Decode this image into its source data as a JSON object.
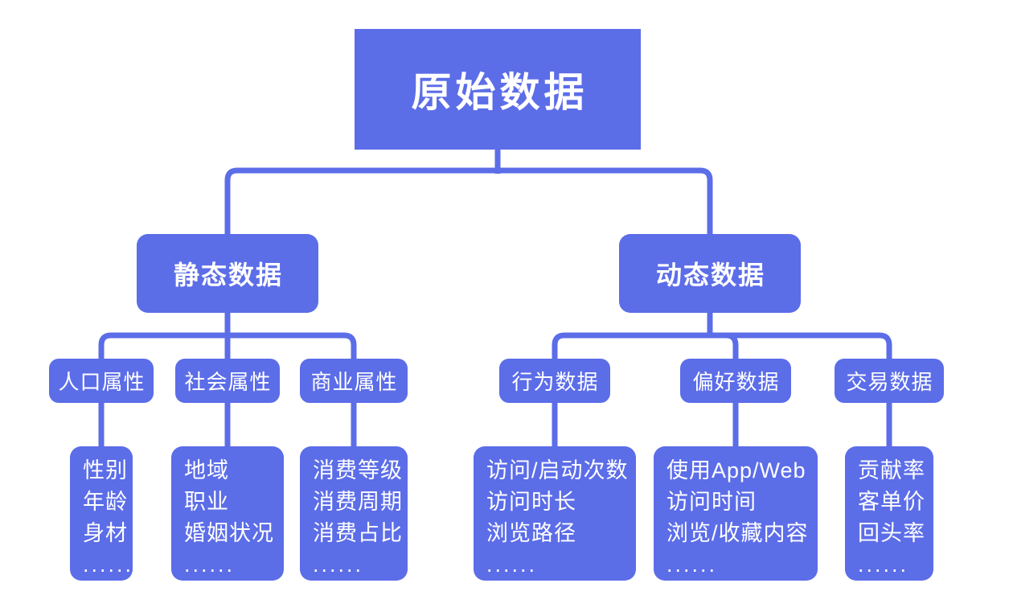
{
  "colors": {
    "node_fill": "#5C6DE8",
    "node_text": "#FFFFFF",
    "background": "#FFFFFF"
  },
  "tree": {
    "root": {
      "label": "原始数据"
    },
    "branches": [
      {
        "label": "静态数据",
        "children": [
          {
            "label": "人口属性",
            "items": [
              "性别",
              "年龄",
              "身材",
              "......"
            ]
          },
          {
            "label": "社会属性",
            "items": [
              "地域",
              "职业",
              "婚姻状况",
              "......"
            ]
          },
          {
            "label": "商业属性",
            "items": [
              "消费等级",
              "消费周期",
              "消费占比",
              "......"
            ]
          }
        ]
      },
      {
        "label": "动态数据",
        "children": [
          {
            "label": "行为数据",
            "items": [
              "访问/启动次数",
              "访问时长",
              "浏览路径",
              "......"
            ]
          },
          {
            "label": "偏好数据",
            "items": [
              "使用App/Web",
              "访问时间",
              "浏览/收藏内容",
              "......"
            ]
          },
          {
            "label": "交易数据",
            "items": [
              "贡献率",
              "客单价",
              "回头率",
              "......"
            ]
          }
        ]
      }
    ]
  }
}
